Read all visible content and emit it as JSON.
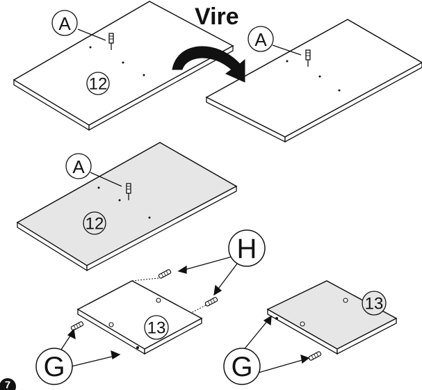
{
  "step_number": "7",
  "flip_label": "Vire",
  "callouts": {
    "screw": "A",
    "dowel_top": "H",
    "dowel_side": "G"
  },
  "parts": {
    "panel_large": "12",
    "panel_small": "13"
  },
  "colors": {
    "line": "#111111",
    "panel_white": "#ffffff",
    "panel_gray": "#e6e6e6",
    "step_badge": "#111111"
  }
}
